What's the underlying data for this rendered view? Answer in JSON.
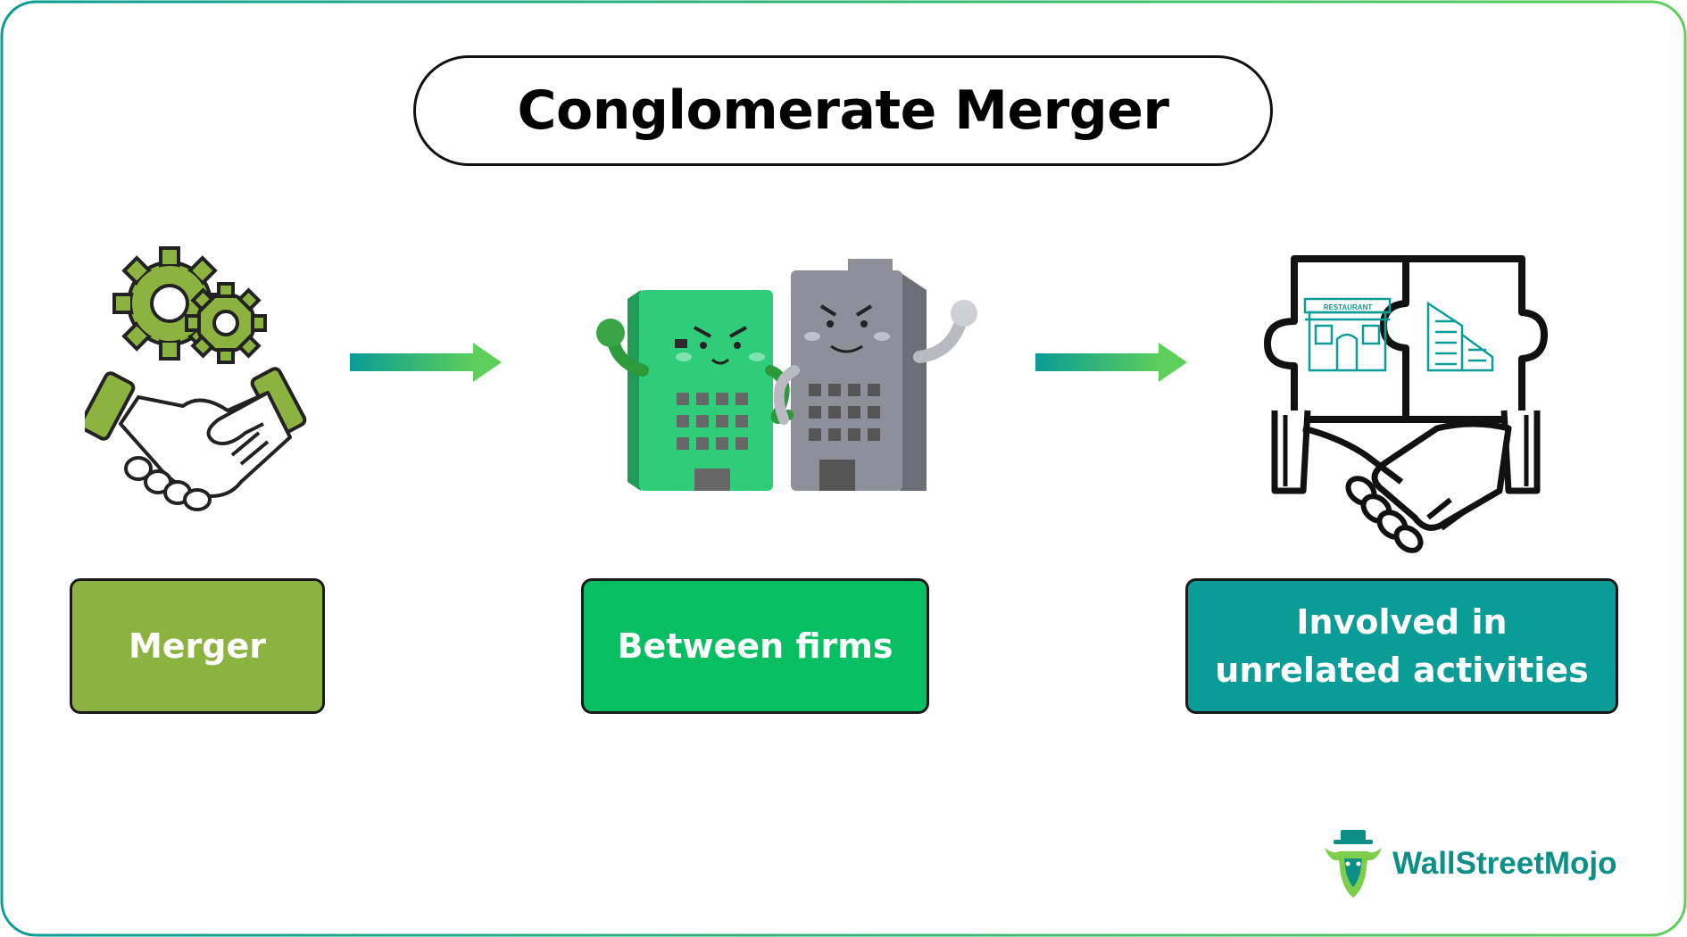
{
  "title": "Conglomerate Merger",
  "steps": [
    {
      "label_lines": [
        "Merger"
      ],
      "icon": "gears-handshake-icon",
      "color": "#8cb33f"
    },
    {
      "label_lines": [
        "Between firms"
      ],
      "icon": "buildings-icon",
      "color": "#07bf63"
    },
    {
      "label_lines": [
        "Involved in",
        "unrelated activities"
      ],
      "icon": "puzzle-handshake-icon",
      "color": "#0a9c96"
    }
  ],
  "icon_texts": {
    "restaurant_sign": "RESTAURANT"
  },
  "brand": {
    "name": "WallStreetMojo",
    "color": "#0c8f86"
  },
  "colors": {
    "arrow_start": "#0a9c96",
    "arrow_end": "#5dcf5a",
    "frame_start": "#0a9c96",
    "frame_end": "#5dcf5a"
  }
}
